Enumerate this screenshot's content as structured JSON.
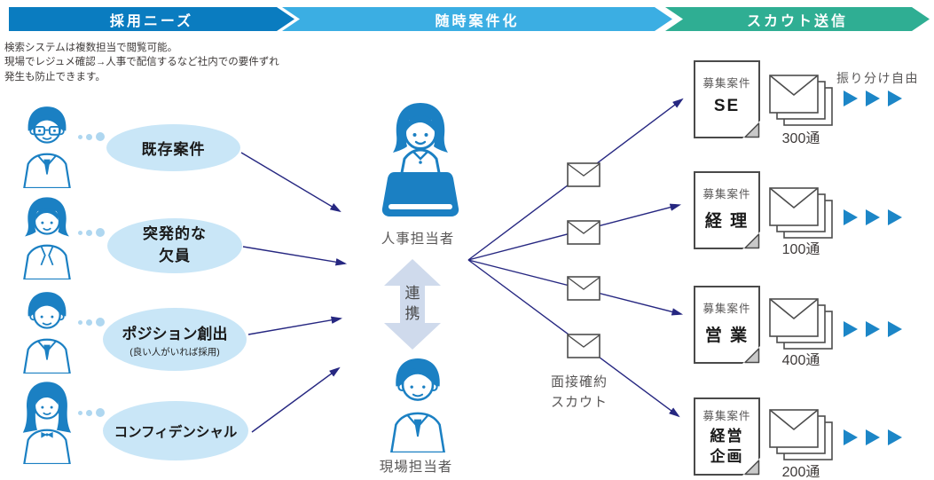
{
  "banners": [
    {
      "label": "採用ニーズ"
    },
    {
      "label": "随時案件化"
    },
    {
      "label": "スカウト送信"
    }
  ],
  "note": {
    "text": "検索システムは複数担当で閲覧可能。\n現場でレジュメ確認→人事で配信するなど社内での要件ずれ\n発生も防止できます。"
  },
  "needs": [
    {
      "bubble": "既存案件"
    },
    {
      "bubble": "突発的な\n欠員"
    },
    {
      "bubble": "ポジション創出",
      "sub": "(良い人がいれば採用)"
    },
    {
      "bubble": "コンフィデンシャル"
    }
  ],
  "center": {
    "hr_label": "人事担当者",
    "link_label": "連\n携",
    "field_label": "現場担当者"
  },
  "mid": {
    "interview_scout_label": "面接確約\nスカウト"
  },
  "right": {
    "free_sort_label": "振り分け自由"
  },
  "jobs": [
    {
      "doc_title": "募集案件",
      "role": "SE",
      "count": "300通"
    },
    {
      "doc_title": "募集案件",
      "role": "経 理",
      "count": "100通"
    },
    {
      "doc_title": "募集案件",
      "role": "営 業",
      "count": "400通"
    },
    {
      "doc_title": "募集案件",
      "role": "経営\n企画",
      "count": "200通"
    }
  ],
  "colors": {
    "banner1": "#0A7CC0",
    "banner2": "#3BAEE3",
    "banner3": "#2FAE93",
    "figure_blue": "#1B80C3",
    "bubble_fill": "#C9E6F7",
    "arrow_navy": "#262781",
    "triangle_blue": "#1C86C7",
    "gray_text": "#595757",
    "link_arrow_fill": "#CFDAEC"
  }
}
